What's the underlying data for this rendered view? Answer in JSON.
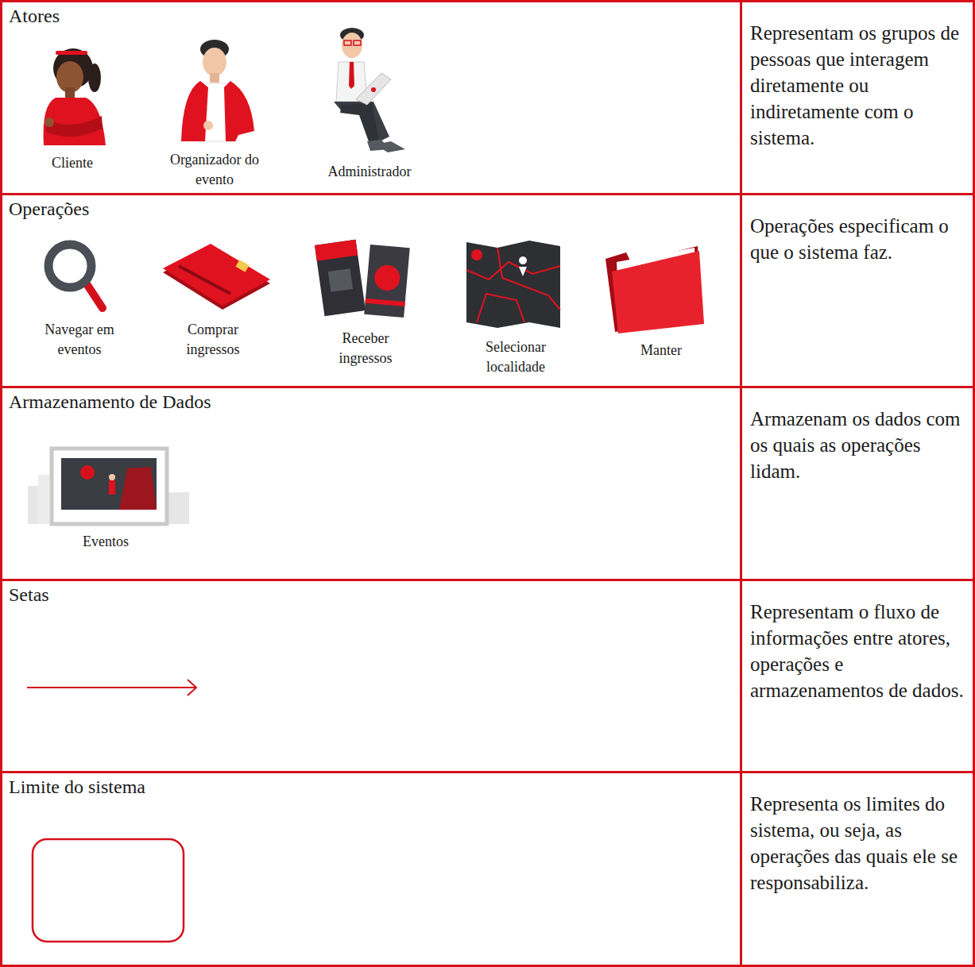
{
  "diagram": {
    "nodes": [
      {
        "text": [
          "Atores",
          "Cliente",
          "Organizador do evento",
          "Administrador"
        ]
      },
      {
        "text": [
          "Representam os grupos de pessoas que interagem diretamente ou indiretamente com o sistema."
        ]
      },
      {
        "text": [
          "Operações",
          "Navegar em eventos",
          "Comprar ingressos",
          "Receber ingressos",
          "Selecionar localidade",
          "Manter"
        ]
      },
      {
        "text": [
          "Operações especificam o que o sistema faz."
        ]
      },
      {
        "text": [
          "Armazenamento de Dados",
          "Eventos"
        ]
      },
      {
        "text": [
          "Armazenam os dados com os quais as operações lidam."
        ]
      },
      {
        "text": [
          "Setas"
        ]
      },
      {
        "text": [
          "Representam o fluxo de informações entre atores, operações e armazenamentos de dados."
        ]
      },
      {
        "text": [
          "Limite do sistema"
        ]
      },
      {
        "text": [
          "Representa os limites do sistema, ou seja, as operações das quais ele se responsabiliza."
        ]
      }
    ]
  }
}
